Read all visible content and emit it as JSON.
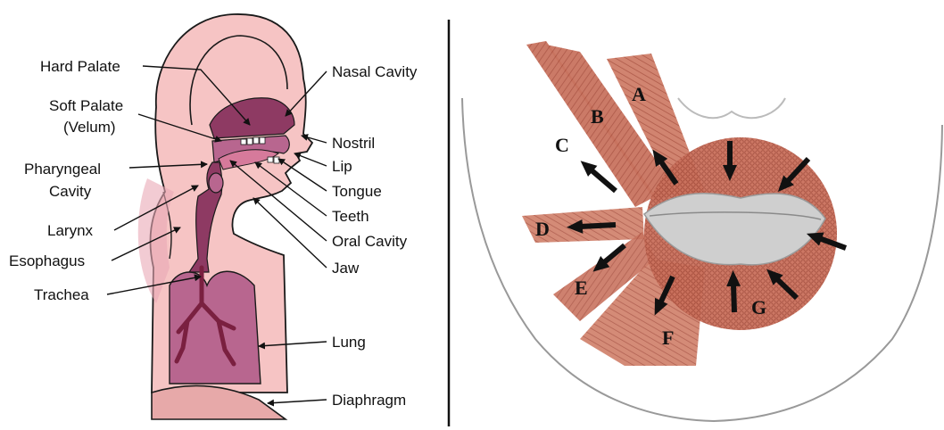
{
  "left_panel": {
    "labels": {
      "hard_palate": "Hard Palate",
      "soft_palate_line1": "Soft Palate",
      "soft_palate_line2": "(Velum)",
      "pharyngeal_line1": "Pharyngeal",
      "pharyngeal_line2": "Cavity",
      "larynx": "Larynx",
      "esophagus": "Esophagus",
      "trachea": "Trachea",
      "nasal_cavity": "Nasal Cavity",
      "nostril": "Nostril",
      "lip": "Lip",
      "tongue": "Tongue",
      "teeth": "Teeth",
      "oral_cavity": "Oral Cavity",
      "jaw": "Jaw",
      "lung": "Lung",
      "diaphragm": "Diaphragm"
    }
  },
  "right_panel": {
    "muscle_labels": {
      "a": "A",
      "b": "B",
      "c": "C",
      "d": "D",
      "e": "E",
      "f": "F",
      "g": "G"
    }
  },
  "colors": {
    "skin_pink": "#f6c4c4",
    "tract_purple": "#8e3a63",
    "tract_light": "#b8668f",
    "muscle_red": "#c8735f",
    "lip_gray": "#c9c9c9",
    "divider": "#111111"
  }
}
